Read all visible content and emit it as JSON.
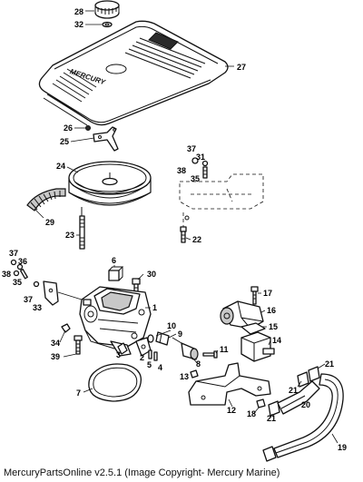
{
  "callouts": [
    {
      "id": "28",
      "label": "28"
    },
    {
      "id": "32",
      "label": "32"
    },
    {
      "id": "27",
      "label": "27"
    },
    {
      "id": "26",
      "label": "26"
    },
    {
      "id": "25",
      "label": "25"
    },
    {
      "id": "24",
      "label": "24"
    },
    {
      "id": "29",
      "label": "29"
    },
    {
      "id": "23",
      "label": "23"
    },
    {
      "id": "37a",
      "label": "37"
    },
    {
      "id": "31",
      "label": "31"
    },
    {
      "id": "38a",
      "label": "38"
    },
    {
      "id": "35a",
      "label": "35"
    },
    {
      "id": "22",
      "label": "22"
    },
    {
      "id": "37b",
      "label": "37"
    },
    {
      "id": "36",
      "label": "36"
    },
    {
      "id": "38b",
      "label": "38"
    },
    {
      "id": "35b",
      "label": "35"
    },
    {
      "id": "37c",
      "label": "37"
    },
    {
      "id": "33",
      "label": "33"
    },
    {
      "id": "6",
      "label": "6"
    },
    {
      "id": "30",
      "label": "30"
    },
    {
      "id": "1",
      "label": "1"
    },
    {
      "id": "17",
      "label": "17"
    },
    {
      "id": "16",
      "label": "16"
    },
    {
      "id": "15",
      "label": "15"
    },
    {
      "id": "34",
      "label": "34"
    },
    {
      "id": "39",
      "label": "39"
    },
    {
      "id": "10",
      "label": "10"
    },
    {
      "id": "9",
      "label": "9"
    },
    {
      "id": "3",
      "label": "3"
    },
    {
      "id": "2",
      "label": "2"
    },
    {
      "id": "5",
      "label": "5"
    },
    {
      "id": "4",
      "label": "4"
    },
    {
      "id": "8",
      "label": "8"
    },
    {
      "id": "11",
      "label": "11"
    },
    {
      "id": "14",
      "label": "14"
    },
    {
      "id": "13",
      "label": "13"
    },
    {
      "id": "7",
      "label": "7"
    },
    {
      "id": "12",
      "label": "12"
    },
    {
      "id": "18",
      "label": "18"
    },
    {
      "id": "21a",
      "label": "21"
    },
    {
      "id": "21b",
      "label": "21"
    },
    {
      "id": "20",
      "label": "20"
    },
    {
      "id": "21c",
      "label": "21"
    },
    {
      "id": "19",
      "label": "19"
    }
  ],
  "cover_logo_text": "MERCURY",
  "caption": "MercuryPartsOnline v2.5.1 (Image Copyright- Mercury Marine)"
}
